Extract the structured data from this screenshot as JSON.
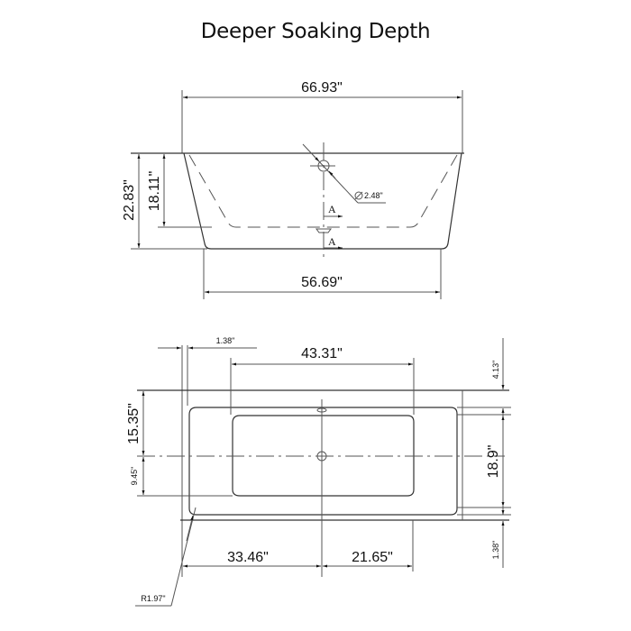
{
  "title": "Deeper Soaking Depth",
  "side_view": {
    "top_length": "66.93\"",
    "bottom_length": "56.69\"",
    "total_height": "22.83\"",
    "water_depth": "18.11\"",
    "overflow_diameter": "2.48\"",
    "section_marker_1": "A",
    "section_marker_2": "A"
  },
  "top_view": {
    "rim_offset": "1.38\"",
    "inner_length": "43.31\"",
    "top_offset": "4.13\"",
    "upper_width": "15.35\"",
    "lower_width": "9.45\"",
    "inner_width": "18.9\"",
    "bottom_offset": "1.38\"",
    "left_to_drain": "33.46\"",
    "drain_to_right": "21.65\"",
    "corner_radius": "R1.97\""
  },
  "colors": {
    "line": "#555555",
    "text": "#111111",
    "background": "#ffffff"
  }
}
